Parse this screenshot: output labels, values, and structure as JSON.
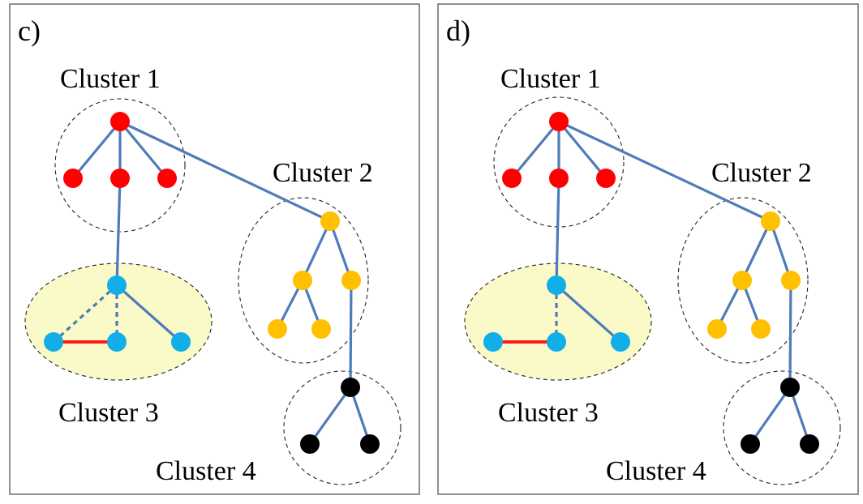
{
  "colors": {
    "edge": "#4f7bb8",
    "red_edge": "#ff1a1a",
    "cluster1": "#ff0000",
    "cluster2": "#ffc000",
    "cluster3": "#12aee8",
    "cluster4": "#000000",
    "highlight_fill": "#fafac8"
  },
  "panels": [
    {
      "label": "c)",
      "cluster_labels": [
        "Cluster 1",
        "Cluster 2",
        "Cluster 3",
        "Cluster 4"
      ],
      "cluster3_edges": [
        {
          "from": "top",
          "to": "left",
          "style": "dashed"
        },
        {
          "from": "top",
          "to": "mid",
          "style": "dashed"
        },
        {
          "from": "top",
          "to": "right",
          "style": "solid"
        },
        {
          "from": "left",
          "to": "mid",
          "style": "red"
        }
      ]
    },
    {
      "label": "d)",
      "cluster_labels": [
        "Cluster 1",
        "Cluster 2",
        "Cluster 3",
        "Cluster 4"
      ],
      "cluster3_edges": [
        {
          "from": "top",
          "to": "mid",
          "style": "dashed"
        },
        {
          "from": "top",
          "to": "right",
          "style": "solid"
        },
        {
          "from": "left",
          "to": "mid",
          "style": "red"
        }
      ]
    }
  ]
}
